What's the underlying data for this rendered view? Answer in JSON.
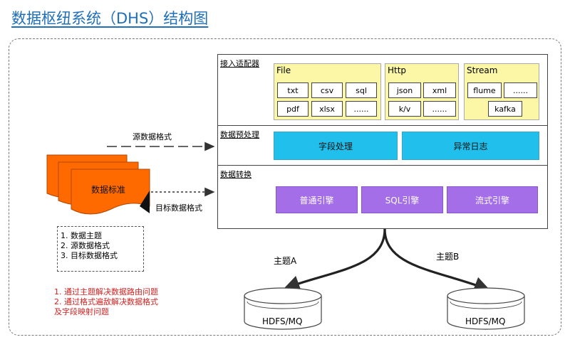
{
  "title": "数据枢纽系统（DHS）结构图",
  "source": {
    "label": "数据标准",
    "source_format": "源数据格式",
    "target_format": "目标数据格式"
  },
  "notes": [
    "1. 数据主题",
    "2. 源数据格式",
    "3. 目标数据格式"
  ],
  "issues": [
    "1. 通过主题解决数据路由问题",
    "2. 通过格式遍敌解决数据格式",
    "及字段映射问题"
  ],
  "adapters": {
    "section": "接入适配器",
    "file": {
      "title": "File",
      "items": [
        "txt",
        "csv",
        "sql",
        "pdf",
        "xlsx",
        "......"
      ]
    },
    "http": {
      "title": "Http",
      "items": [
        "json",
        "xml",
        "k/v",
        "......"
      ]
    },
    "stream": {
      "title": "Stream",
      "items": [
        "flume",
        "......",
        "kafka"
      ]
    }
  },
  "preprocess": {
    "section": "数据预处理",
    "items": [
      "字段处理",
      "异常日志"
    ]
  },
  "transform": {
    "section": "数据转换",
    "items": [
      "普通引擎",
      "SQL引擎",
      "流式引擎"
    ]
  },
  "outputs": {
    "a": {
      "topic": "主题A",
      "store": "HDFS/MQ"
    },
    "b": {
      "topic": "主题B",
      "store": "HDFS/MQ"
    }
  },
  "colors": {
    "title": "#1f6fb8",
    "orange": "#ff6a00",
    "adapter_bg": "#fbf7a6",
    "preprocess": "#21c0ec",
    "transform": "#a46ee8",
    "issues_text": "#d62020"
  }
}
